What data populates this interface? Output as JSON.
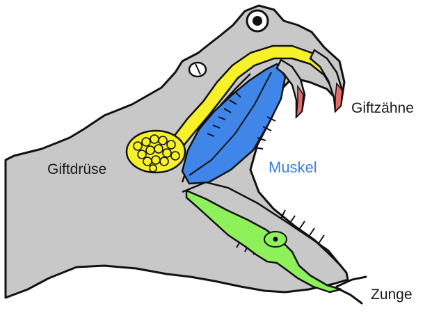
{
  "labels": {
    "venom_gland": "Giftdrüse",
    "fangs": "Giftzähne",
    "muscle": "Muskel",
    "tongue": "Zunge"
  },
  "colors": {
    "head": "#c8c8c8",
    "outline": "#111111",
    "venom_duct": "#f7f12a",
    "muscle": "#3f86e8",
    "muscle_label": "#3b7fe0",
    "tongue_structure": "#8ef05a",
    "fang_tip": "#e86a6a",
    "label_text": "#1a1a1a"
  }
}
